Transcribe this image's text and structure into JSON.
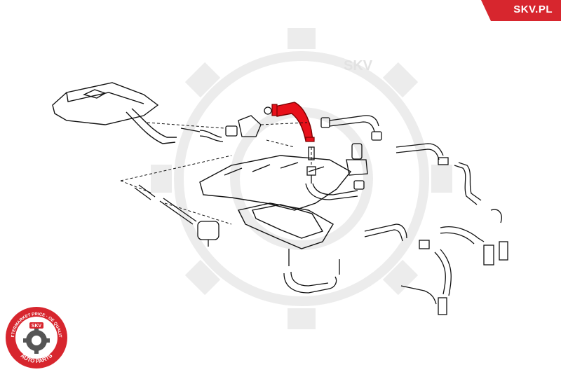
{
  "brand": {
    "site_label": "SKV.PL",
    "watermark_text": "SKV",
    "accent_color": "#d7262e",
    "highlight_color": "#e8101a",
    "line_color": "#111111",
    "watermark_color": "#ececec"
  },
  "seal": {
    "top_text": "AFTERMARKET PRICE · OE QUALITY",
    "center_text": "SKV",
    "bottom_text": "AUTO PARTS",
    "icon": "gear-icon"
  }
}
